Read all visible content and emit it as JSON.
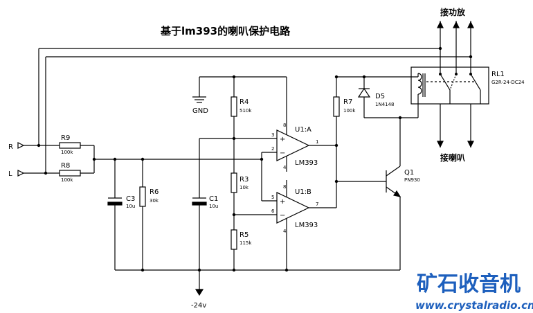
{
  "title": "基于lm393的喇叭保护电路",
  "labels": {
    "amp_connect": "接功放",
    "speaker_connect": "接喇叭",
    "input_r": "R",
    "input_l": "L",
    "gnd": "GND",
    "supply": "-24v"
  },
  "components": {
    "r9": {
      "ref": "R9",
      "value": "100k"
    },
    "r8": {
      "ref": "R8",
      "value": "100k"
    },
    "r4": {
      "ref": "R4",
      "value": "510k"
    },
    "r3": {
      "ref": "R3",
      "value": "10k"
    },
    "r5": {
      "ref": "R5",
      "value": "115k"
    },
    "r6": {
      "ref": "R6",
      "value": "30k"
    },
    "r7": {
      "ref": "R7",
      "value": "100k"
    },
    "c3": {
      "ref": "C3",
      "value": "10u"
    },
    "c1": {
      "ref": "C1",
      "value": "10u"
    },
    "d5": {
      "ref": "D5",
      "value": "1N4148"
    },
    "q1": {
      "ref": "Q1",
      "value": "PN930"
    },
    "rl1": {
      "ref": "RL1",
      "value": "G2R-24-DC24"
    },
    "u1a": {
      "ref": "U1:A",
      "part": "LM393",
      "pin_noninv": "3",
      "pin_inv": "2",
      "pin_out": "1",
      "pin_vplus": "8",
      "pin_vminus": "4"
    },
    "u1b": {
      "ref": "U1:B",
      "part": "LM393",
      "pin_noninv": "5",
      "pin_inv": "6",
      "pin_out": "7",
      "pin_vplus": "8",
      "pin_vminus": "4"
    }
  },
  "watermark": {
    "name": "矿石收音机",
    "url": "www.crystalradio.cn"
  }
}
